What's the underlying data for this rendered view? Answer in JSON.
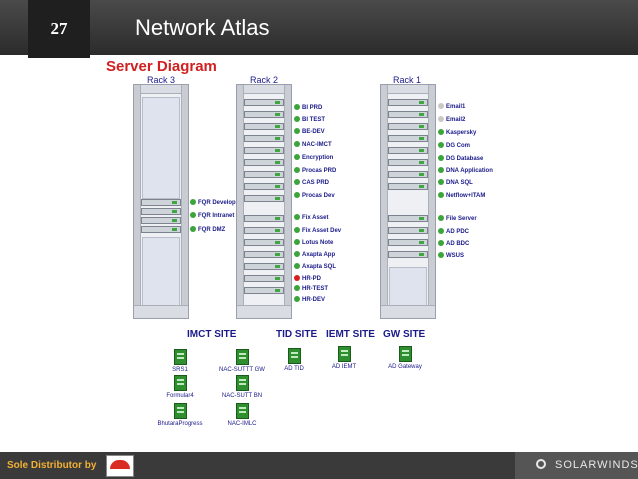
{
  "slide": {
    "number": "27",
    "title": "Network Atlas"
  },
  "diagram": {
    "title": "Server Diagram"
  },
  "racks": [
    {
      "label": "Rack 3",
      "servers": [
        {
          "name": "FQR Develop",
          "status": "up"
        },
        {
          "name": "FQR Intranet",
          "status": "up"
        },
        {
          "name": "FQR DMZ",
          "status": "up"
        }
      ]
    },
    {
      "label": "Rack 2",
      "servers": [
        {
          "name": "BI PRD",
          "status": "up"
        },
        {
          "name": "BI TEST",
          "status": "up"
        },
        {
          "name": "BE-DEV",
          "status": "up"
        },
        {
          "name": "NAC-IMCT",
          "status": "up"
        },
        {
          "name": "Encryption",
          "status": "up"
        },
        {
          "name": "Procas PRD",
          "status": "up"
        },
        {
          "name": "CAS PRD",
          "status": "up"
        },
        {
          "name": "Procas Dev",
          "status": "up"
        },
        {
          "name": "Fix Asset",
          "status": "up"
        },
        {
          "name": "Fix Asset Dev",
          "status": "up"
        },
        {
          "name": "Lotus Note",
          "status": "up"
        },
        {
          "name": "Axapta App",
          "status": "up"
        },
        {
          "name": "Axapta SQL",
          "status": "up"
        },
        {
          "name": "HR-PD",
          "status": "down"
        },
        {
          "name": "HR-TEST",
          "status": "up"
        },
        {
          "name": "HR-DEV",
          "status": "up"
        }
      ]
    },
    {
      "label": "Rack 1",
      "servers": [
        {
          "name": "Email1",
          "status": "unknown"
        },
        {
          "name": "Email2",
          "status": "unknown"
        },
        {
          "name": "Kaspersky",
          "status": "up"
        },
        {
          "name": "DG Com",
          "status": "up"
        },
        {
          "name": "DG Database",
          "status": "up"
        },
        {
          "name": "DNA Application",
          "status": "up"
        },
        {
          "name": "DNA SQL",
          "status": "up"
        },
        {
          "name": "Netflow+ITAM",
          "status": "up"
        },
        {
          "name": "File Server",
          "status": "up"
        },
        {
          "name": "AD PDC",
          "status": "up"
        },
        {
          "name": "AD BDC",
          "status": "up"
        },
        {
          "name": "WSUS",
          "status": "up"
        }
      ]
    }
  ],
  "sites": [
    {
      "label": "IMCT SITE",
      "nodes": [
        "SRS1",
        "NAC-SUTTT GW",
        "Formular4",
        "NAC-SUTT BN",
        "BhutaraProgress",
        "NAC-IMLC"
      ]
    },
    {
      "label": "TID SITE",
      "nodes": [
        "AD TID"
      ]
    },
    {
      "label": "IEMT SITE",
      "nodes": [
        "AD IEMT"
      ]
    },
    {
      "label": "GW SITE",
      "nodes": [
        "AD Gateway"
      ]
    }
  ],
  "footer": {
    "sole_label": "Sole Distributor by",
    "brand": "SOLARWINDS"
  },
  "colors": {
    "title_bar": "#2b2b2b",
    "accent_red": "#d02020",
    "label_blue": "#1a1a8a",
    "status_up": "#3ba53b",
    "status_down": "#d62020"
  }
}
